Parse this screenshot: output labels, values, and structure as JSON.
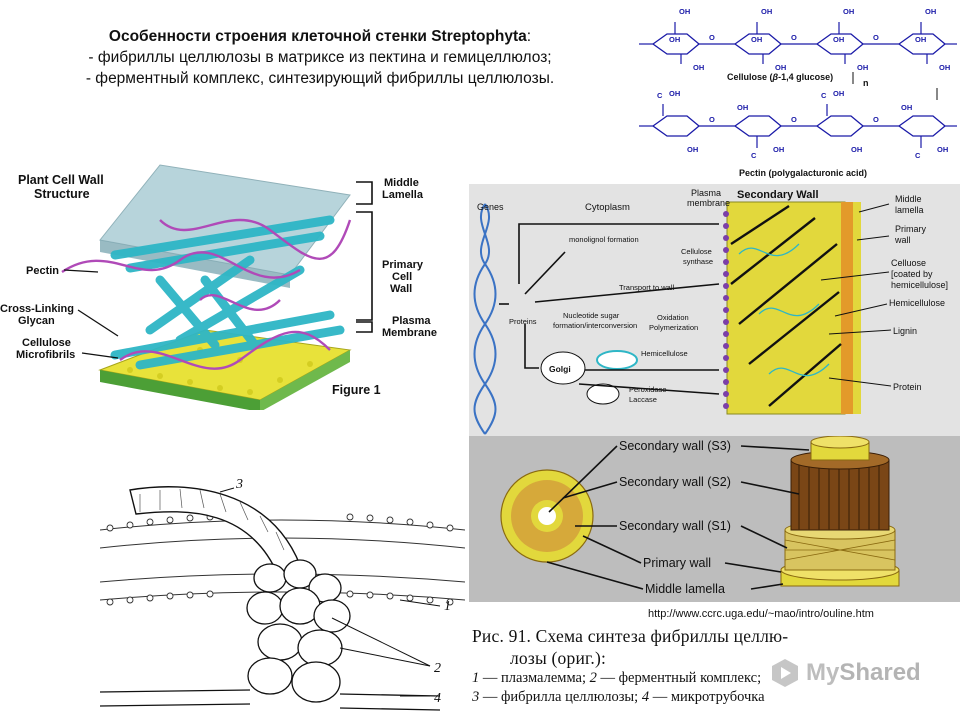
{
  "title": {
    "line1_prefix": "Особенности строения клеточной стенки ",
    "line1_bold": "Streptophyta",
    "line1_suffix": ":",
    "line2": "- фибриллы целлюлозы в матриксе из пектина и гемицеллюлоз;",
    "line3": "- ферментный комплекс, синтезирующий фибриллы целлюлозы."
  },
  "chem": {
    "oh": "OH",
    "o": "O",
    "cooh_c": "C",
    "cellulose_label": "Cellulose  (",
    "cellulose_beta": "β",
    "cellulose_rest": "-1,4 glucose)",
    "cellulose_n": "n",
    "pectin_label": "Pectin (polygalacturonic acid)"
  },
  "plant_cell_wall": {
    "heading_line1": "Plant Cell Wall",
    "heading_line2": "Structure",
    "pectin": "Pectin",
    "cross_linking_1": "Cross-Linking",
    "cross_linking_2": "Glycan",
    "cellulose_1": "Cellulose",
    "cellulose_2": "Microfibrils",
    "middle_1": "Middle",
    "middle_2": "Lamella",
    "primary_1": "Primary",
    "primary_2": "Cell",
    "primary_3": "Wall",
    "plasma_1": "Plasma",
    "plasma_2": "Membrane",
    "figure": "Figure 1"
  },
  "secondary_wall": {
    "genes": "Genes",
    "cytoplasm": "Cytoplasm",
    "plasma_1": "Plasma",
    "plasma_2": "membrane",
    "heading": "Secondary Wall",
    "middle_1": "Middle",
    "middle_2": "lamella",
    "primary_1": "Primary",
    "primary_2": "wall",
    "celluose_1": "Celluose",
    "celluose_2": "[coated by",
    "celluose_3": "hemicellulose]",
    "hemicellulose": "Hemicellulose",
    "lignin": "Lignin",
    "protein": "Protein",
    "monolignol": "monolignol formation",
    "cellulose_synthase_1": "Cellulose",
    "cellulose_synthase_2": "synthase",
    "transport": "Transport to wall",
    "proteins": "Proteins",
    "nucleotide_1": "Nucleotide sugar",
    "nucleotide_2": "formation/interconversion",
    "oxidation_1": "Oxidation",
    "oxidation_2": "Polymerization",
    "golgi": "Golgi",
    "hemicellulose_small": "Hemicellulose",
    "peroxidase_1": "Peroxidase",
    "peroxidase_2": "Laccase"
  },
  "wall_layers": {
    "s3": "Secondary wall (S3)",
    "s2": "Secondary wall (S2)",
    "s1": "Secondary wall (S1)",
    "primary": "Primary wall",
    "middle": "Middle lamella"
  },
  "url": "http://www.ccrc.uga.edu/~mao/intro/ouline.htm",
  "drawing_labels": {
    "l1": "1",
    "l2": "2",
    "l3": "3",
    "l4": "4"
  },
  "caption": {
    "title_a": "Рис. 91.",
    "title_b": " Схема синтеза фибриллы целлю-",
    "title_c": "лозы (ориг.):",
    "n1": "1",
    "t1": " — плазмалемма; ",
    "n2": "2",
    "t2": " — ферментный комплекс;",
    "n3": "3",
    "t3": " — фибрилла целлюлозы; ",
    "n4": "4",
    "t4": " — микротрубочка"
  },
  "watermark": {
    "my": "My",
    "rest": "Shared"
  },
  "colors": {
    "chem_blue": "#1a1aa8",
    "microfibril": "#2eb6c6",
    "pectin": "#b04ab8",
    "membrane_yellow": "#e8e23a",
    "wall_yellow": "#e2d83c",
    "lamella_orange": "#e39a2a"
  }
}
